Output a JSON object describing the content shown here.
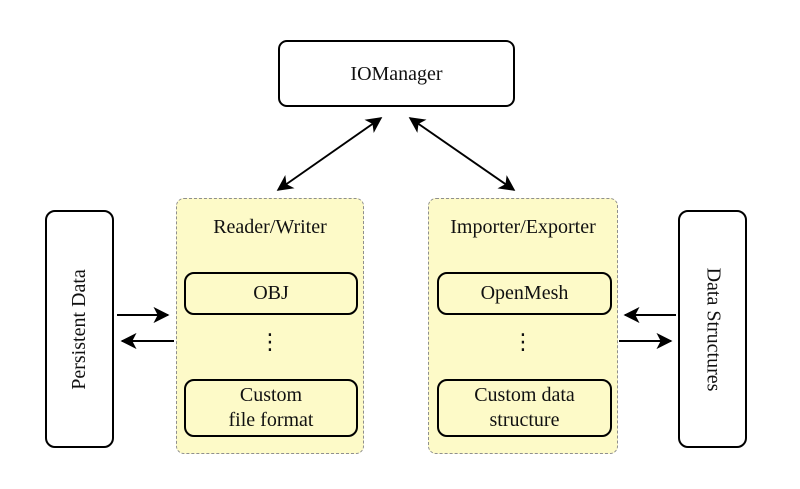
{
  "diagram": {
    "io_manager": {
      "label": "IOManager"
    },
    "reader_writer": {
      "title": "Reader/Writer",
      "item_top": "OBJ",
      "dots": "⋮",
      "item_bottom_line1": "Custom",
      "item_bottom_line2": "file format"
    },
    "importer_exporter": {
      "title": "Importer/Exporter",
      "item_top": "OpenMesh",
      "dots": "⋮",
      "item_bottom_line1": "Custom data",
      "item_bottom_line2": "structure"
    },
    "persistent_data": {
      "label": "Persistent Data"
    },
    "data_structures": {
      "label": "Data Structures"
    },
    "colors": {
      "background": "#ffffff",
      "panel_fill": "#fdfac8",
      "panel_dashed_border": "#8f8f8f",
      "node_border": "#000000",
      "arrow": "#000000",
      "text": "#111111"
    }
  }
}
